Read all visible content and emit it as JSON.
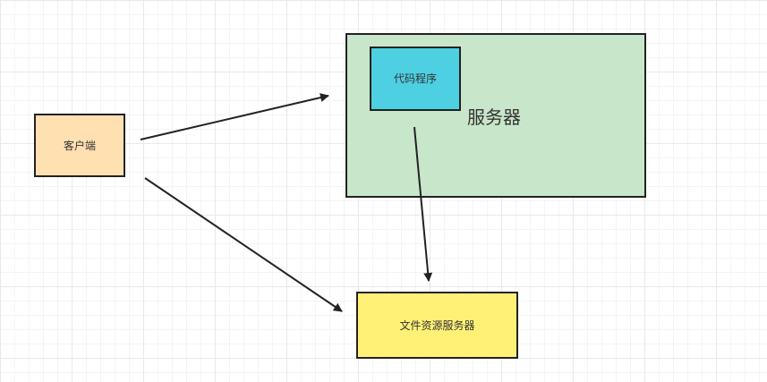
{
  "diagram": {
    "nodes": {
      "client": "客户端",
      "server": "服务器",
      "code": "代码程序",
      "file_server": "文件资源服务器"
    },
    "colors": {
      "client": "#ffe0b0",
      "server": "#c8e6c9",
      "code": "#4dd0e1",
      "file_server": "#fff176",
      "stroke": "#222222"
    }
  }
}
